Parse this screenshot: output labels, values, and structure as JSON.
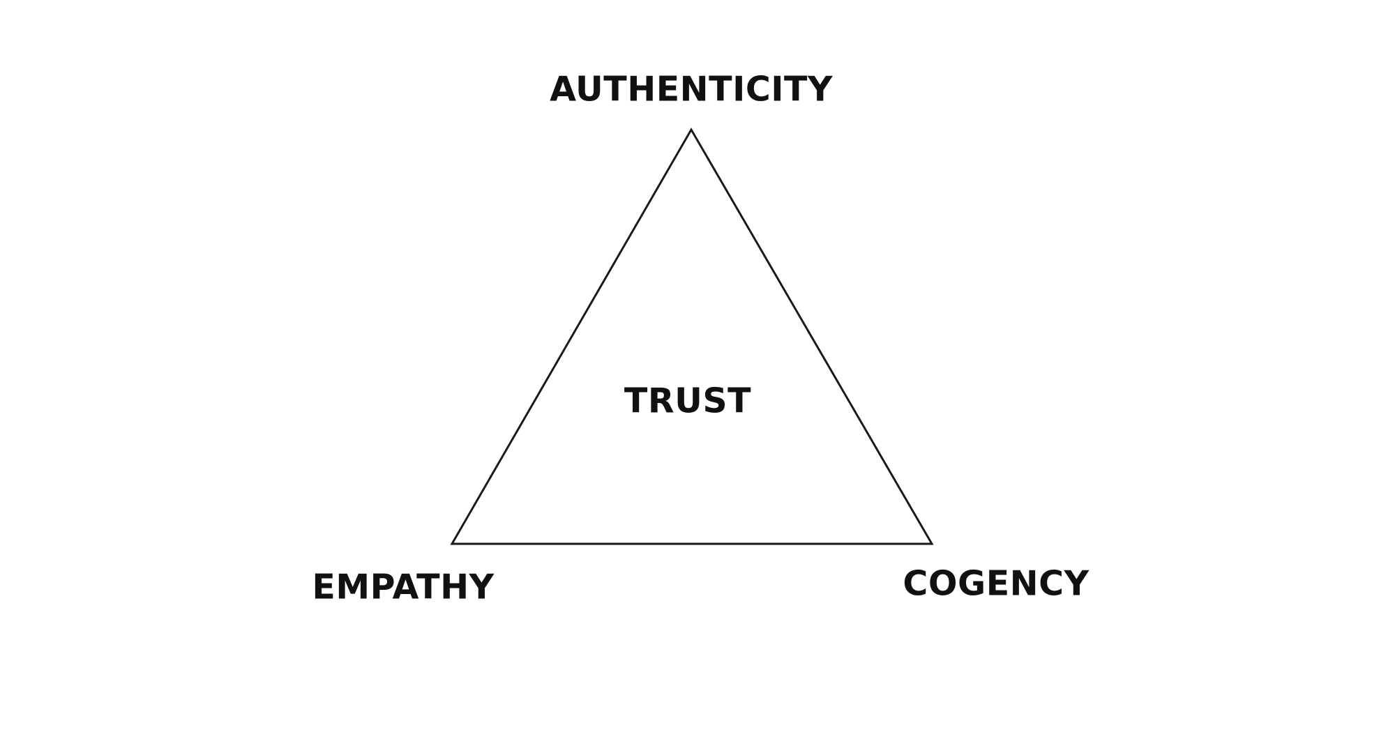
{
  "diagram": {
    "labels": {
      "top": "AUTHENTICITY",
      "center": "TRUST",
      "bottom_left": "EMPATHY",
      "bottom_right": "COGENCY"
    },
    "colors": {
      "background": "#ffffff",
      "stroke": "#1a1a1a",
      "text": "#111111"
    }
  }
}
